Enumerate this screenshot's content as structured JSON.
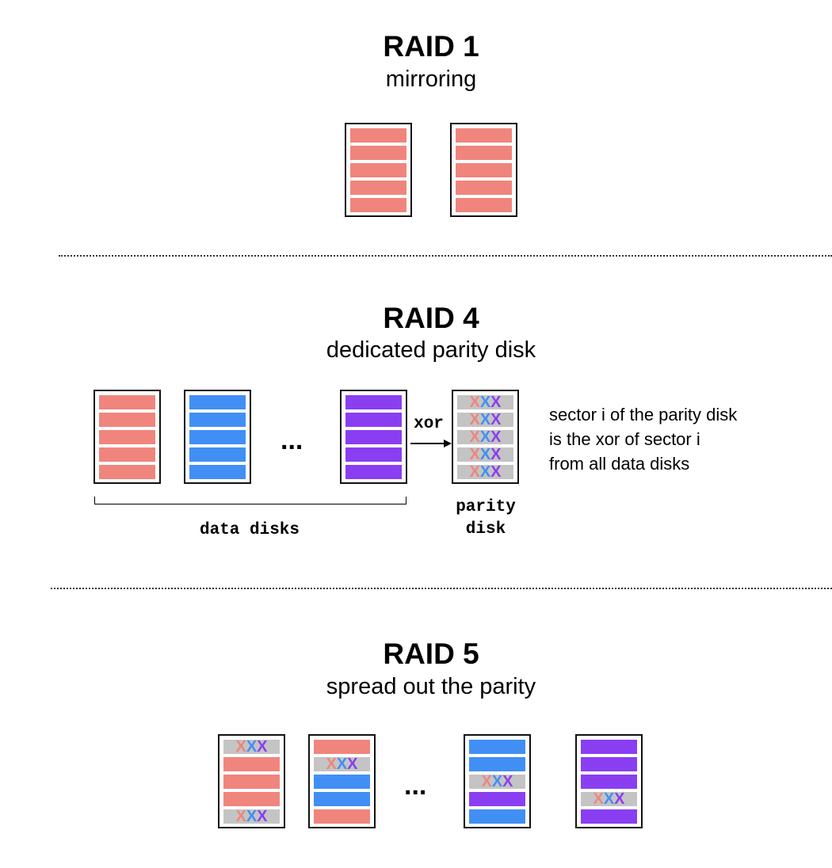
{
  "raid1": {
    "title": "RAID 1",
    "subtitle": "mirroring"
  },
  "raid4": {
    "title": "RAID 4",
    "subtitle": "dedicated parity disk",
    "ellipsis": "...",
    "xor_label": "xor",
    "data_disks_label": "data disks",
    "parity_disk_label": [
      "parity",
      "disk"
    ],
    "note_lines": [
      "sector i of the parity disk",
      "is the xor of sector i",
      "from all data disks"
    ]
  },
  "raid5": {
    "title": "RAID 5",
    "subtitle": "spread out the parity",
    "ellipsis": "..."
  },
  "parity_glyphs": [
    "X",
    "X",
    "X"
  ],
  "colors": {
    "red": "#f0857d",
    "blue": "#418ff5",
    "purple": "#8a3ef2",
    "parity_bg": "#c4c4c4",
    "disk_border": "#111111"
  }
}
